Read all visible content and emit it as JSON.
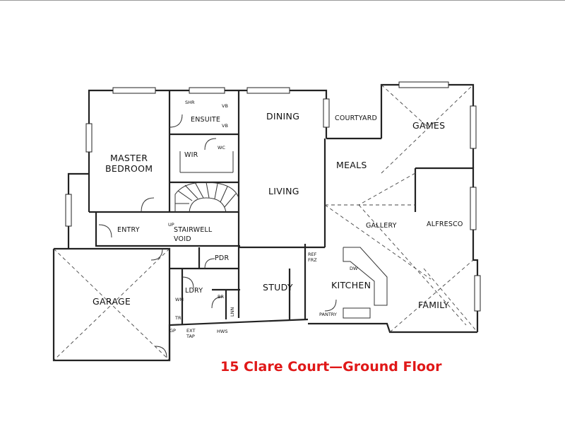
{
  "caption": "15 Clare Court—Ground Floor",
  "rooms": {
    "master_bedroom_1": "MASTER",
    "master_bedroom_2": "BEDROOM",
    "ensuite": "ENSUITE",
    "shr": "SHR",
    "vb_1": "VB",
    "vb_2": "VB",
    "wir": "WIR",
    "wc": "WC",
    "dining": "DINING",
    "courtyard": "COURTYARD",
    "games": "GAMES",
    "meals": "MEALS",
    "living": "LIVING",
    "gallery": "GALLERY",
    "alfresco": "ALFRESCO",
    "entry": "ENTRY",
    "up": "UP",
    "stairwell_1": "STAIRWELL",
    "stairwell_2": "VOID",
    "pdr": "PDR",
    "ldry": "LDRY",
    "study": "STUDY",
    "kitchen": "KITCHEN",
    "family": "FAMILY",
    "garage": "GARAGE",
    "ref_1": "REF",
    "ref_2": "FRZ",
    "dw": "DW",
    "pantry": "PANTRY",
    "br": "BR",
    "lnn": "LNN",
    "wm": "WM",
    "tr": "TR",
    "gp": "GP",
    "ext_1": "EXT",
    "ext_2": "TAP",
    "hws": "HWS"
  }
}
